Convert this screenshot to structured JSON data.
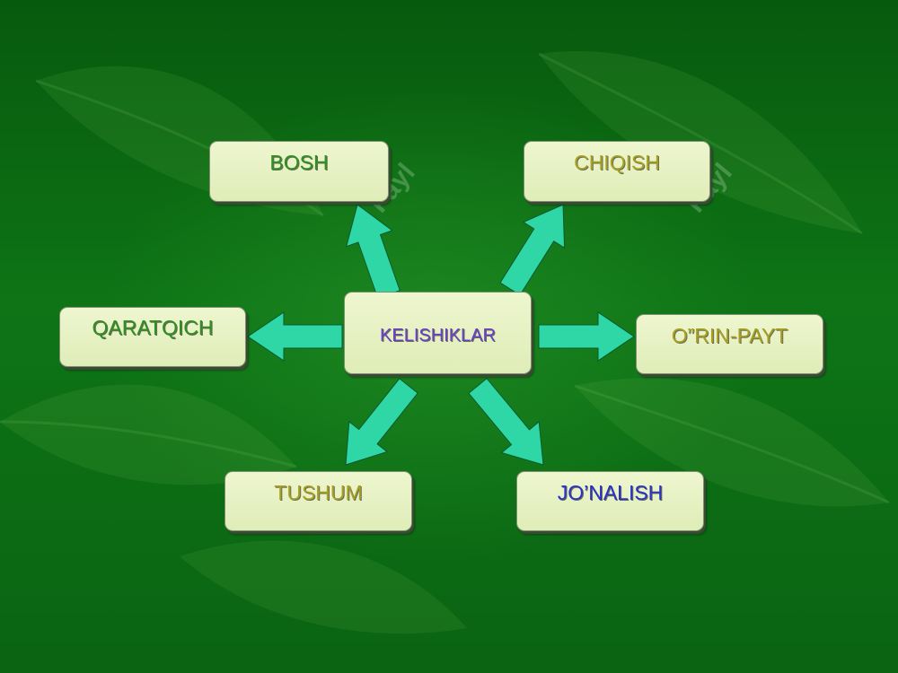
{
  "diagram": {
    "center": {
      "label": "KELISHIKLAR",
      "color": "#6a40c8"
    },
    "nodes": {
      "bosh": {
        "label": "BOSH",
        "color": "#2f8f1f"
      },
      "chiqish": {
        "label": "CHIQISH",
        "color": "#a8a020"
      },
      "qaratqich": {
        "label": "QARATQICH",
        "color": "#2f8f1f"
      },
      "orin_payt": {
        "label": "O”RIN-PAYT",
        "color": "#a8a020"
      },
      "tushum": {
        "label": "TUSHUM",
        "color": "#a8a020"
      },
      "jonalish": {
        "label": "JO’NALISH",
        "color": "#2a32c8"
      }
    },
    "arrow_color": "#2fd6a6"
  },
  "watermark": {
    "text": "Fayl"
  }
}
